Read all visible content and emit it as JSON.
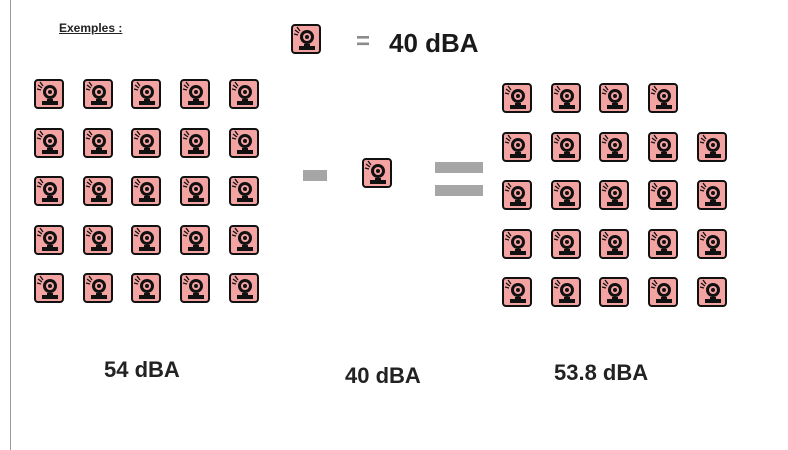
{
  "heading": "Exemples :",
  "legend": {
    "icon": "alarm-bell-icon",
    "equals": "=",
    "value": "40 dBA"
  },
  "left_group": {
    "rows": 5,
    "cols": 5,
    "count": 25,
    "label": "54 dBA"
  },
  "middle_group": {
    "operator": "minus",
    "count": 1,
    "label": "40 dBA"
  },
  "right_group": {
    "operator": "equals",
    "row_counts": [
      4,
      5,
      5,
      5,
      5
    ],
    "count": 24,
    "label": "53.8 dBA"
  },
  "colors": {
    "icon_fill": "#f4a3a3",
    "icon_border": "#111111",
    "operator": "#a6a6a6"
  }
}
